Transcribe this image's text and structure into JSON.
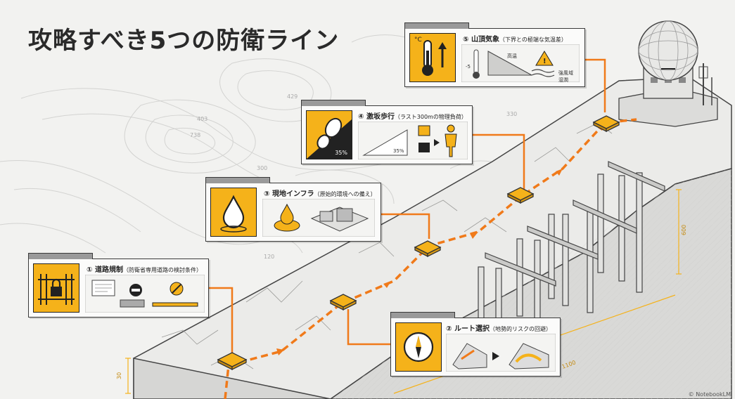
{
  "title": "攻略すべき5つの防衛ライン",
  "colors": {
    "accent": "#f5b21a",
    "route": "#f07a1a",
    "ink": "#2a2a2a",
    "terrain": "#e6e6e4"
  },
  "topo_labels": [
    "403",
    "429",
    "738",
    "300",
    "330",
    "120"
  ],
  "dimension_labels": {
    "left": "30",
    "right": "600",
    "bottom": "1100"
  },
  "cards": [
    {
      "id": "road",
      "number": "①",
      "heading": "道路規制",
      "sub": "（防衛省専用道路の検討条件）",
      "icon": "lock-gate-icon"
    },
    {
      "id": "route",
      "number": "②",
      "heading": "ルート選択",
      "sub": "（地勢的リスクの回避）",
      "icon": "compass-icon"
    },
    {
      "id": "infra",
      "number": "③",
      "heading": "現地インフラ",
      "sub": "（原始的環境への備え）",
      "icon": "water-drop-icon"
    },
    {
      "id": "slope",
      "number": "④",
      "heading": "激坂歩行",
      "sub": "（ラスト300mの物理負荷）",
      "icon": "boot-print-icon",
      "badge": "35%",
      "slope_label": "35%"
    },
    {
      "id": "weather",
      "number": "⑤",
      "heading": "山頂気象",
      "sub": "（下界との極端な気温差）",
      "icon": "thermometer-icon",
      "unit": "°C",
      "mini_labels": [
        "高温",
        "-5",
        "強風域",
        "湿潤"
      ]
    }
  ],
  "credit": "© NotebookLM"
}
